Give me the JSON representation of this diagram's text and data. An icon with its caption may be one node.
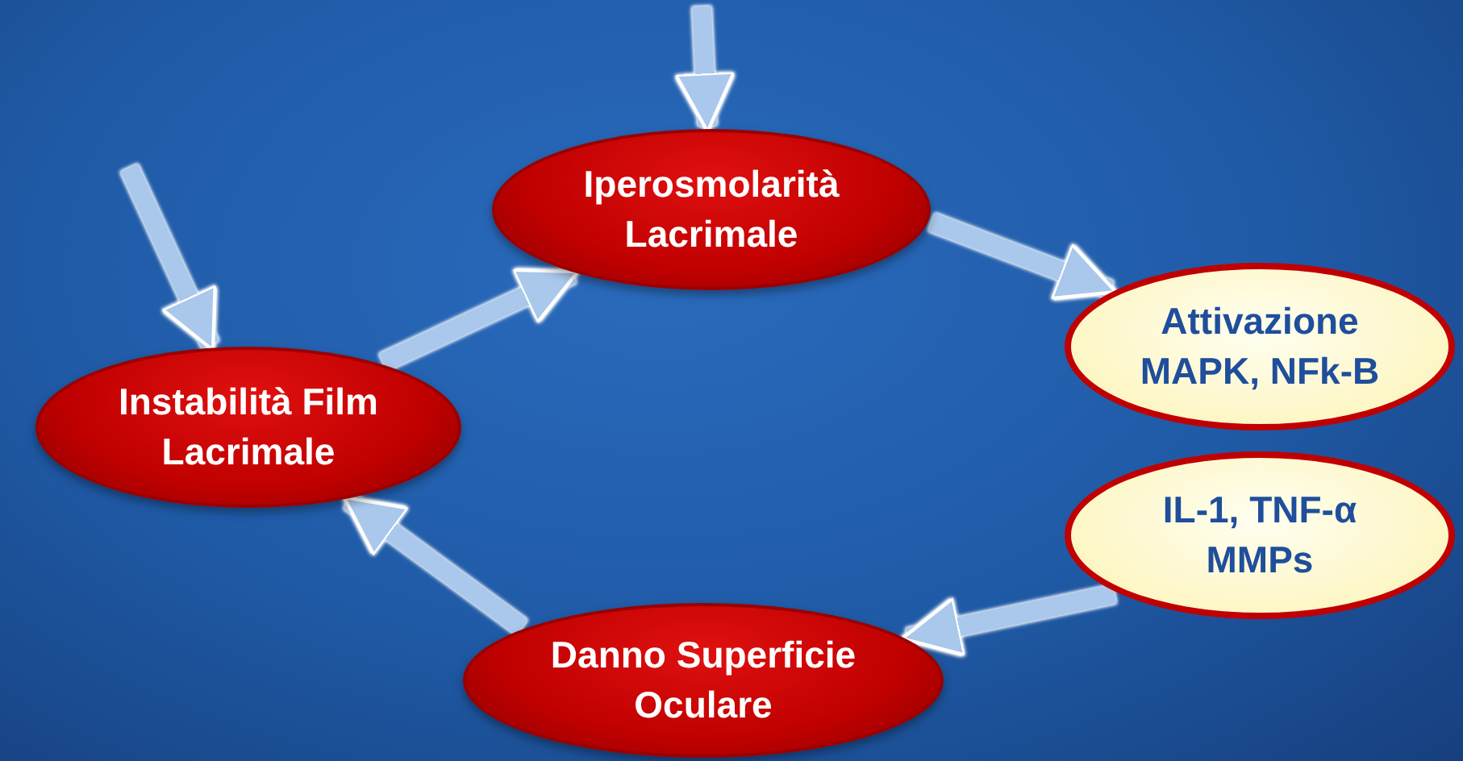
{
  "diagram": {
    "nodes": [
      {
        "text": [
          "Iperosmolarità Lacrimale"
        ]
      },
      {
        "text": [
          "Attivazione MAPK, NFk-B"
        ]
      },
      {
        "text": [
          "IL-1, TNF-α MMPs"
        ]
      },
      {
        "text": [
          "Danno Superficie Oculare"
        ]
      },
      {
        "text": [
          "Instabilità Film Lacrimale"
        ]
      }
    ],
    "edges": [
      {
        "from": null,
        "to": 0,
        "arrow": "to"
      },
      {
        "from": null,
        "to": 4,
        "arrow": "to"
      },
      {
        "from": 4,
        "to": 0,
        "arrow": "to"
      },
      {
        "from": 0,
        "to": 1,
        "arrow": "to"
      },
      {
        "from": 2,
        "to": 3,
        "arrow": "to"
      },
      {
        "from": 3,
        "to": 4,
        "arrow": "to"
      }
    ]
  }
}
